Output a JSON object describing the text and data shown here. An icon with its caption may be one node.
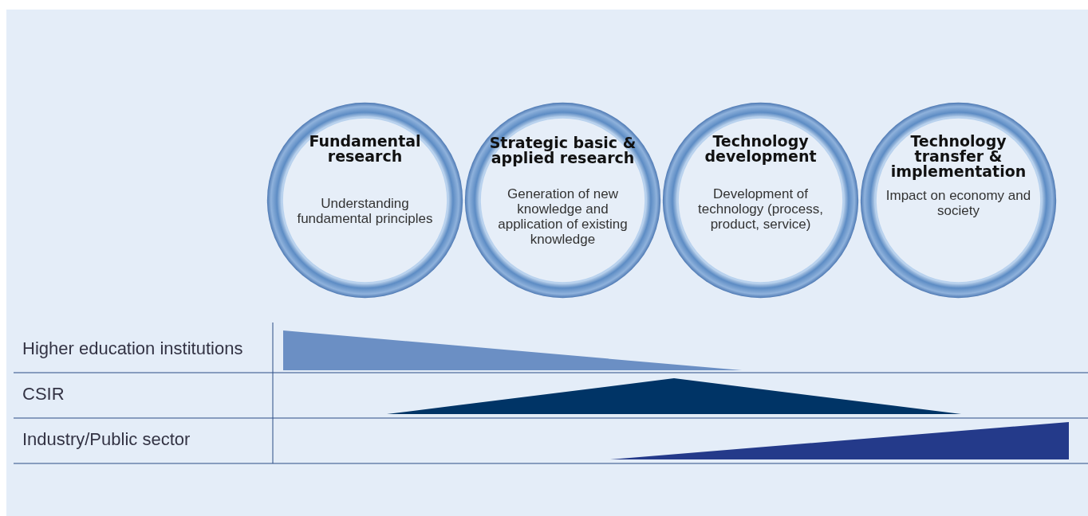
{
  "diagram": {
    "nodes": [
      {
        "text": [
          "Fundamental research",
          "Understanding fundamental principles"
        ]
      },
      {
        "text": [
          "Strategic basic & applied research",
          "Generation of new knowledge and application of existing knowledge"
        ]
      },
      {
        "text": [
          "Technology development",
          "Development of technology (process, product, service)"
        ]
      },
      {
        "text": [
          "Technology transfer & implementation",
          "Impact on economy and society"
        ]
      }
    ],
    "edges": [],
    "labels": [
      "Higher education institutions",
      "CSIR",
      "Industry/Public sector"
    ]
  }
}
